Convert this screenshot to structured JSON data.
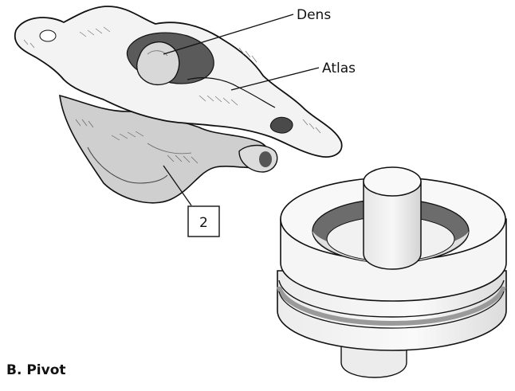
{
  "labels": {
    "dens": "Dens",
    "atlas": "Atlas",
    "number_box": "2"
  },
  "caption": "B. Pivot",
  "colors": {
    "bone_light": "#f2f2f2",
    "bone_shade": "#cfcfcf",
    "model_face": "#f4f4f4",
    "model_dark": "#c8c8c8",
    "outline": "#111111"
  }
}
